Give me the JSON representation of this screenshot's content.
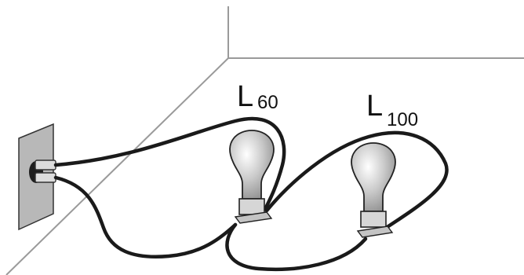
{
  "labels": {
    "bulb_60": {
      "letter": "L",
      "subscript": "60"
    },
    "bulb_100": {
      "letter": "L",
      "subscript": "100"
    }
  },
  "colors": {
    "wire": "#1a1a1a",
    "room_edge": "#9a9a9a",
    "wall_plate": "#b8b8b8",
    "plug": "#dcdcdc"
  }
}
